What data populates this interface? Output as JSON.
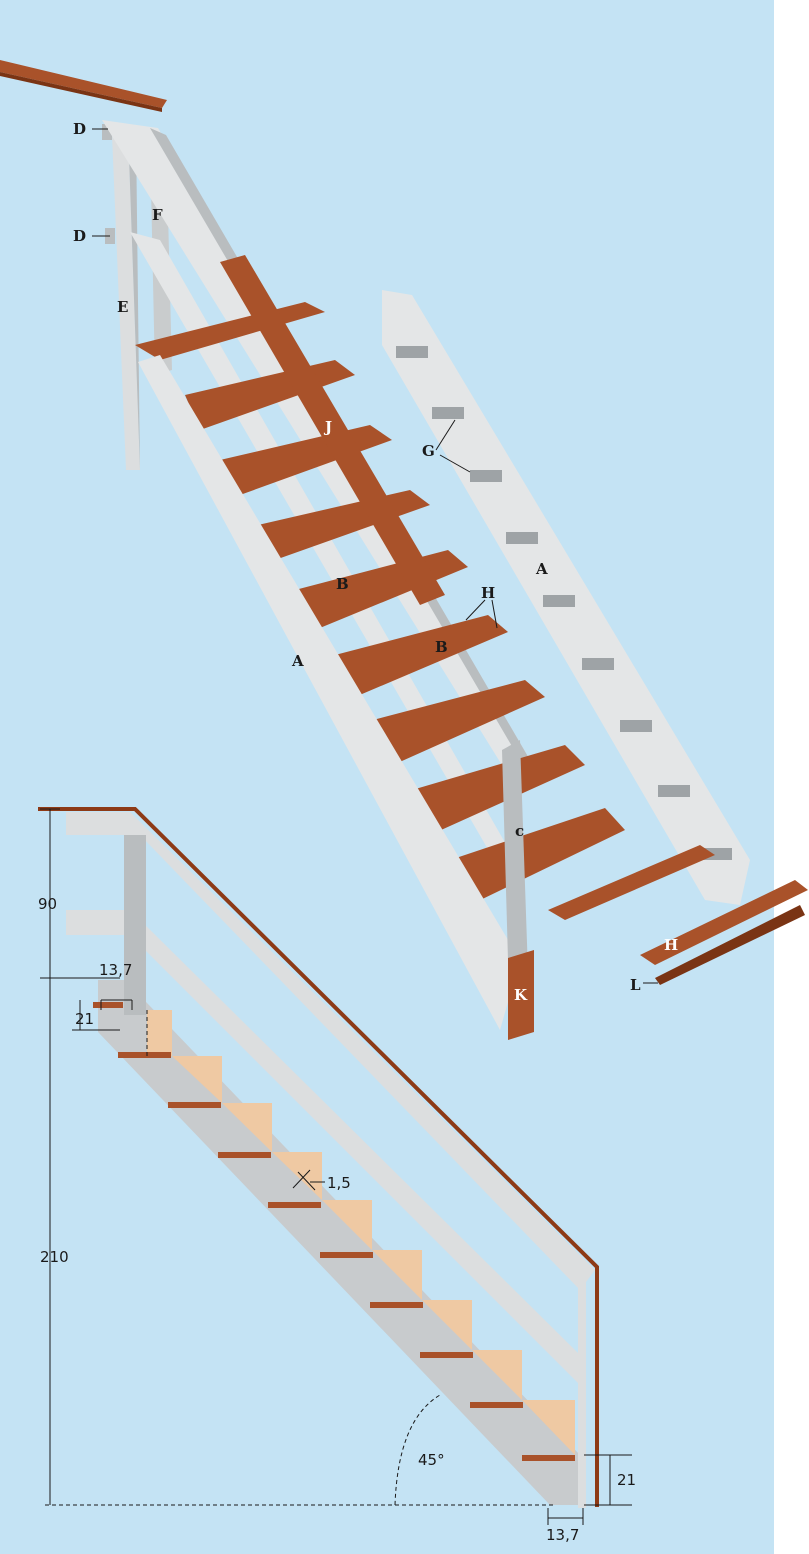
{
  "labels": {
    "A": "A",
    "B": "B",
    "c": "c",
    "D": "D",
    "E": "E",
    "F": "F",
    "G": "G",
    "H": "H",
    "J": "J",
    "K": "K",
    "L": "L"
  },
  "dimensions": {
    "top_rail_height": "90",
    "total_height": "210",
    "tread_depth": "13,7",
    "riser_height": "21",
    "tread_gap": "1,5",
    "angle": "45°"
  },
  "colors": {
    "background": "#c4e3f4",
    "frame": "#dcdedf",
    "frame_dark": "#b9bdbf",
    "wood": "#a9522a",
    "wood_dark": "#7a3414",
    "bracket": "#9ea3a6",
    "step_fill": "#efc9a3"
  }
}
